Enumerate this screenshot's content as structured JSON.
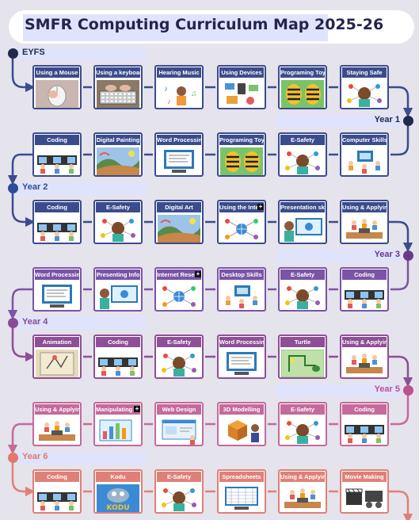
{
  "title": "SMFR Computing Curriculum Map 2025-26",
  "sections": [
    {
      "label": "EYFS",
      "color": "#1f2a4d",
      "side": "left",
      "cards": [
        {
          "label": "Using a Mouse",
          "icon": "mouse"
        },
        {
          "label": "Using a keyboard",
          "icon": "keyboard"
        },
        {
          "label": "Hearing Music",
          "icon": "music"
        },
        {
          "label": "Using Devices",
          "icon": "devices"
        },
        {
          "label": "Programing Toys",
          "icon": "beebot"
        },
        {
          "label": "Staying Safe",
          "icon": "esafety"
        }
      ]
    },
    {
      "label": "Year 1",
      "color": "#1f2a4d",
      "side": "right",
      "cards": [
        {
          "label": "Coding",
          "icon": "coding"
        },
        {
          "label": "Digital Painting",
          "icon": "painting"
        },
        {
          "label": "Word Processing",
          "icon": "wordproc"
        },
        {
          "label": "Programing Toys",
          "icon": "beebot"
        },
        {
          "label": "E-Safety",
          "icon": "esafety"
        },
        {
          "label": "Computer Skills",
          "icon": "skills"
        }
      ]
    },
    {
      "label": "Year 2",
      "color": "#2e4a9a",
      "side": "left",
      "cards": [
        {
          "label": "Coding",
          "icon": "coding"
        },
        {
          "label": "E-Safety",
          "icon": "esafety"
        },
        {
          "label": "Digital Art",
          "icon": "painting"
        },
        {
          "label": "Using the Internet",
          "icon": "internet",
          "plus": true
        },
        {
          "label": "Presentation skill",
          "icon": "present"
        },
        {
          "label": "Using & Applying",
          "icon": "applying"
        }
      ]
    },
    {
      "label": "Year 3",
      "color": "#6a3a8a",
      "side": "right",
      "cards": [
        {
          "label": "Word Processing",
          "icon": "wordproc"
        },
        {
          "label": "Presenting Info",
          "icon": "present"
        },
        {
          "label": "Internet Research",
          "icon": "internet",
          "plus": true
        },
        {
          "label": "Desktop Skills",
          "icon": "skills"
        },
        {
          "label": "E-Safety",
          "icon": "esafety"
        },
        {
          "label": "Coding",
          "icon": "coding"
        }
      ]
    },
    {
      "label": "Year 4",
      "color": "#8a4a96",
      "side": "left",
      "cards": [
        {
          "label": "Animation",
          "icon": "animation"
        },
        {
          "label": "Coding",
          "icon": "coding"
        },
        {
          "label": "E-Safety",
          "icon": "esafety"
        },
        {
          "label": "Word Processing",
          "icon": "wordproc"
        },
        {
          "label": "Turtle",
          "icon": "turtle"
        },
        {
          "label": "Using & Applying",
          "icon": "applying"
        }
      ]
    },
    {
      "label": "Year 5",
      "color": "#c04f8d",
      "side": "right",
      "cards": [
        {
          "label": "Using & Applying",
          "icon": "applying"
        },
        {
          "label": "Manipulating Data",
          "icon": "data",
          "plus": true
        },
        {
          "label": "Web Design",
          "icon": "web"
        },
        {
          "label": "3D Modelling",
          "icon": "model3d"
        },
        {
          "label": "E-Safety",
          "icon": "esafety"
        },
        {
          "label": "Coding",
          "icon": "coding"
        }
      ]
    },
    {
      "label": "Year 6",
      "color": "#e07a6a",
      "side": "left",
      "cards": [
        {
          "label": "Coding",
          "icon": "coding"
        },
        {
          "label": "Kodu",
          "icon": "kodu"
        },
        {
          "label": "E-Safety",
          "icon": "esafety"
        },
        {
          "label": "Spreadsheets",
          "icon": "spreadsheet"
        },
        {
          "label": "Using & Applying",
          "icon": "applying"
        },
        {
          "label": "Movie Making",
          "icon": "movie"
        }
      ]
    }
  ],
  "colors": {
    "row_eyfs": "#3b4c8c",
    "row_y1": "#3b4c8c",
    "row_y2": "#3b4c8c",
    "row_y3": "#7a55a6",
    "row_y4": "#8e4f96",
    "row_y5": "#c46a9c",
    "row_y6": "#df8078"
  },
  "kodu_text": "KODU"
}
